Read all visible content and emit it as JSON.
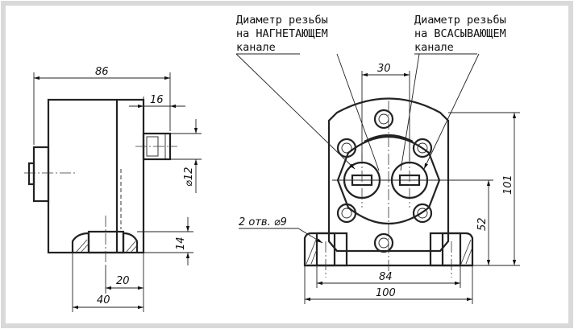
{
  "dimensions": {
    "side_length": "86",
    "shaft_length": "16",
    "shaft_dia": "⌀12",
    "flange_height": "14",
    "offset_20": "20",
    "offset_40": "40",
    "center_distance": "30",
    "total_height": "101",
    "axis_height": "52",
    "holes_spacing": "84",
    "base_width": "100",
    "holes_note": "2 отв. ⌀9"
  },
  "annotations": {
    "pressure_port": [
      "Диаметр резьбы",
      "на НАГНЕТАЮЩЕМ",
      "канале"
    ],
    "suction_port": [
      "Диаметр резьбы",
      "на ВСАСЫВАЮЩЕМ",
      "канале"
    ]
  },
  "colors": {
    "background": "#ffffff",
    "frame": "#d9d9d9",
    "line": "#222222"
  }
}
